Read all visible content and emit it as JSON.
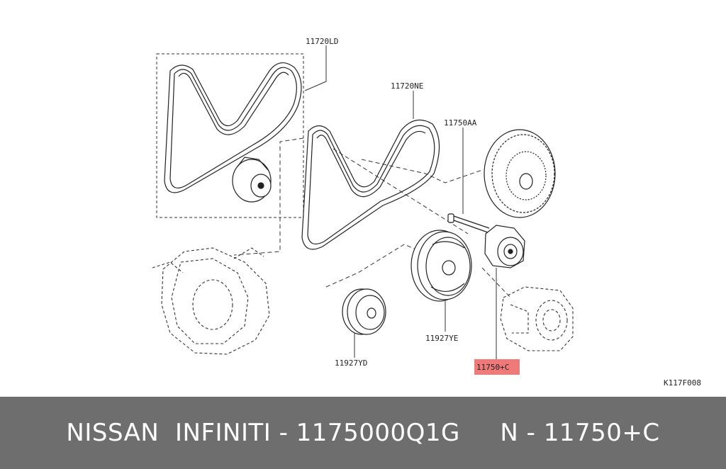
{
  "diagram": {
    "labels": {
      "belt_ld": "11720LD",
      "belt_ne": "11720NE",
      "bolt": "11750AA",
      "pulley_ye": "11927YE",
      "pulley_yd": "11927YD",
      "tensioner": "11750+C",
      "figure_code": "K117F008"
    },
    "highlight_color": "#f07a7a"
  },
  "footer": {
    "text": "NISSAN  INFINITI - 1175000Q1G     N - 11750+C"
  }
}
